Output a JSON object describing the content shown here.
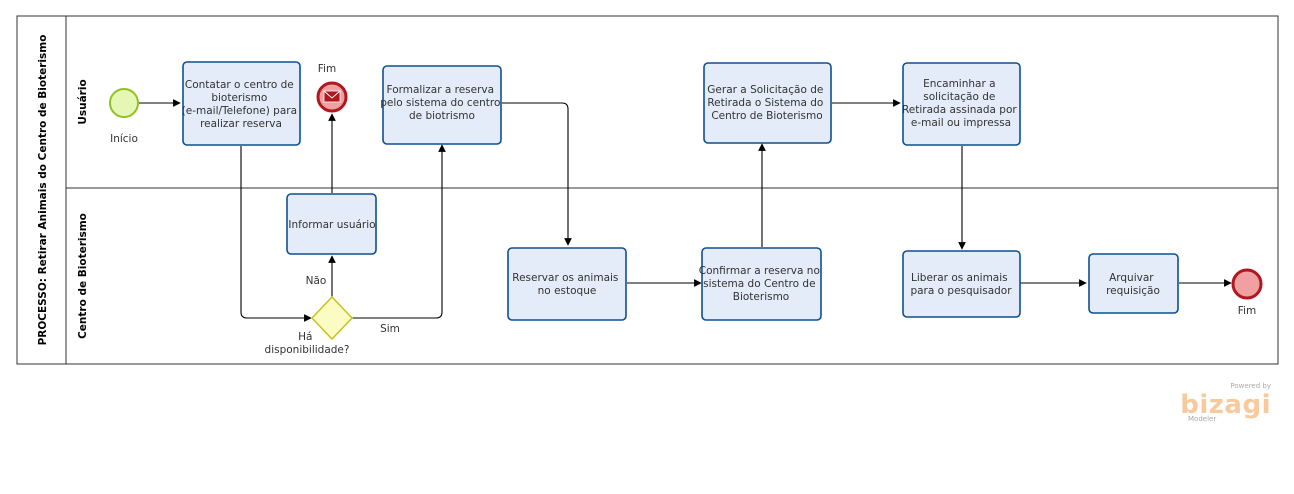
{
  "process_title": "PROCESSO: Retirar Animais do Centro de Bioterismo",
  "lanes": {
    "usuario": "Usuário",
    "centro": "Centro de Bioterismo"
  },
  "events": {
    "start_label": "Início",
    "end_message_label": "Fim",
    "end_label": "Fim"
  },
  "tasks": {
    "contatar": [
      "Contatar o centro de",
      "bioterismo",
      "(e-mail/Telefone) para",
      "realizar reserva"
    ],
    "formalizar": [
      "Formalizar a reserva",
      "pelo sistema do centro",
      "de biotrismo"
    ],
    "gerar": [
      "Gerar a Solicitação de",
      "Retirada o Sistema do",
      "Centro de Bioterismo"
    ],
    "encaminhar": [
      "Encaminhar a",
      "solicitação de",
      "Retirada assinada por",
      "e-mail ou impressa"
    ],
    "informar": [
      "Informar usuário"
    ],
    "reservar": [
      "Reservar os animais",
      "no estoque"
    ],
    "confirmar": [
      "Confirmar a reserva no",
      "sistema do Centro de",
      "Bioterismo"
    ],
    "liberar": [
      "Liberar os animais",
      "para o pesquisador"
    ],
    "arquivar": [
      "Arquivar",
      "requisição"
    ]
  },
  "gateway": {
    "label": [
      "Há",
      "disponibilidade?"
    ],
    "no_label": "Não",
    "yes_label": "Sim"
  },
  "watermark": {
    "powered_by": "Powered by",
    "brand": "bizagi",
    "product": "Modeler"
  },
  "colors": {
    "task_fill": "#e3ecf8",
    "task_stroke": "#0f4f8f",
    "start_fill": "#e6f7b5",
    "start_stroke": "#8fc31f",
    "end_fill": "#f0a0a0",
    "end_stroke": "#b0171f",
    "gateway_fill": "#fbfcc4",
    "gateway_stroke": "#c8c21a",
    "brand": "#f39c3a"
  }
}
